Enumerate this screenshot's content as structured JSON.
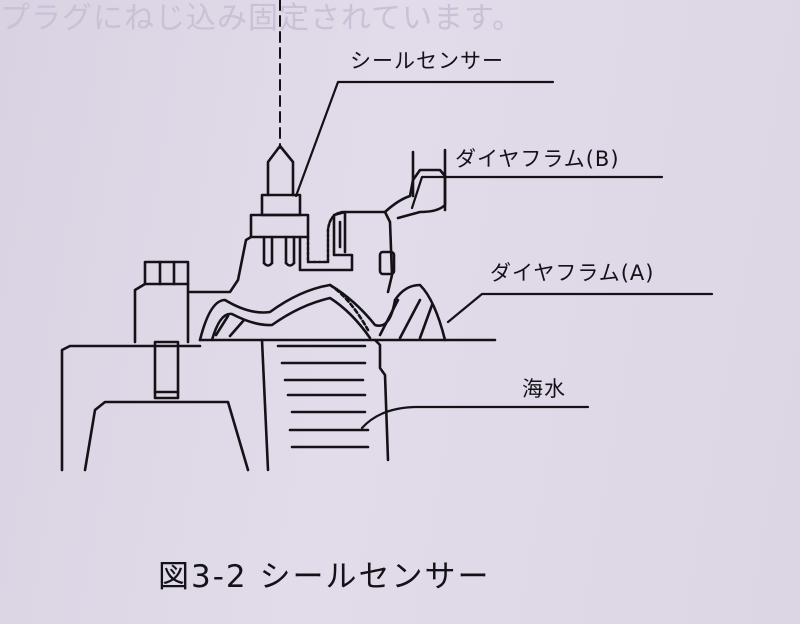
{
  "background_text": {
    "line1": "プラグにねじ込み固定されています。"
  },
  "labels": {
    "seal_sensor": "シールセンサー",
    "diaphragm_b": "ダイヤフラム(B)",
    "diaphragm_a": "ダイヤフラム(A)",
    "seawater": "海水"
  },
  "caption": "図3-2 シールセンサー",
  "colors": {
    "ink": "#141216",
    "paper": "#dcd5e4"
  }
}
